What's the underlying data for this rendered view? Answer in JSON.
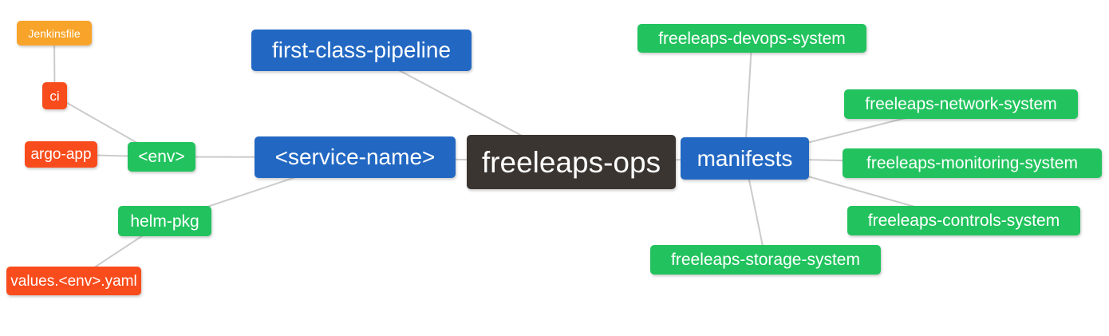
{
  "diagram": {
    "type": "mindmap",
    "root": "freeleaps-ops"
  },
  "palette": {
    "blue": "#2268c3",
    "green": "#22c35e",
    "red": "#f94c1c",
    "orange": "#f8a42b",
    "dark": "#3a3531",
    "edge": "#cbcbcb",
    "text": "#ffffff",
    "background": "#ffffff"
  },
  "nodes": {
    "freeleaps_ops": {
      "label": "freeleaps-ops",
      "color": "dark",
      "role": "root"
    },
    "first_class_pipeline": {
      "label": "first-class-pipeline",
      "color": "blue",
      "role": "branch"
    },
    "service_name": {
      "label": "<service-name>",
      "color": "blue",
      "role": "branch"
    },
    "manifests": {
      "label": "manifests",
      "color": "blue",
      "role": "branch"
    },
    "env": {
      "label": "<env>",
      "color": "green",
      "role": "leaf"
    },
    "helm_pkg": {
      "label": "helm-pkg",
      "color": "green",
      "role": "leaf"
    },
    "ci": {
      "label": "ci",
      "color": "red",
      "role": "leaf"
    },
    "argo_app": {
      "label": "argo-app",
      "color": "red",
      "role": "leaf"
    },
    "jenkinsfile": {
      "label": "Jenkinsfile",
      "color": "orange",
      "role": "leaf"
    },
    "values_env_yaml": {
      "label": "values.<env>.yaml",
      "color": "red",
      "role": "leaf"
    },
    "devops_system": {
      "label": "freeleaps-devops-system",
      "color": "green",
      "role": "leaf"
    },
    "network_system": {
      "label": "freeleaps-network-system",
      "color": "green",
      "role": "leaf"
    },
    "monitoring_system": {
      "label": "freeleaps-monitoring-system",
      "color": "green",
      "role": "leaf"
    },
    "controls_system": {
      "label": "freeleaps-controls-system",
      "color": "green",
      "role": "leaf"
    },
    "storage_system": {
      "label": "freeleaps-storage-system",
      "color": "green",
      "role": "leaf"
    }
  },
  "edges": [
    [
      "freeleaps_ops",
      "first_class_pipeline"
    ],
    [
      "freeleaps_ops",
      "service_name"
    ],
    [
      "freeleaps_ops",
      "manifests"
    ],
    [
      "service_name",
      "env"
    ],
    [
      "service_name",
      "helm_pkg"
    ],
    [
      "env",
      "ci"
    ],
    [
      "env",
      "argo_app"
    ],
    [
      "ci",
      "jenkinsfile"
    ],
    [
      "helm_pkg",
      "values_env_yaml"
    ],
    [
      "manifests",
      "devops_system"
    ],
    [
      "manifests",
      "network_system"
    ],
    [
      "manifests",
      "monitoring_system"
    ],
    [
      "manifests",
      "controls_system"
    ],
    [
      "manifests",
      "storage_system"
    ]
  ]
}
